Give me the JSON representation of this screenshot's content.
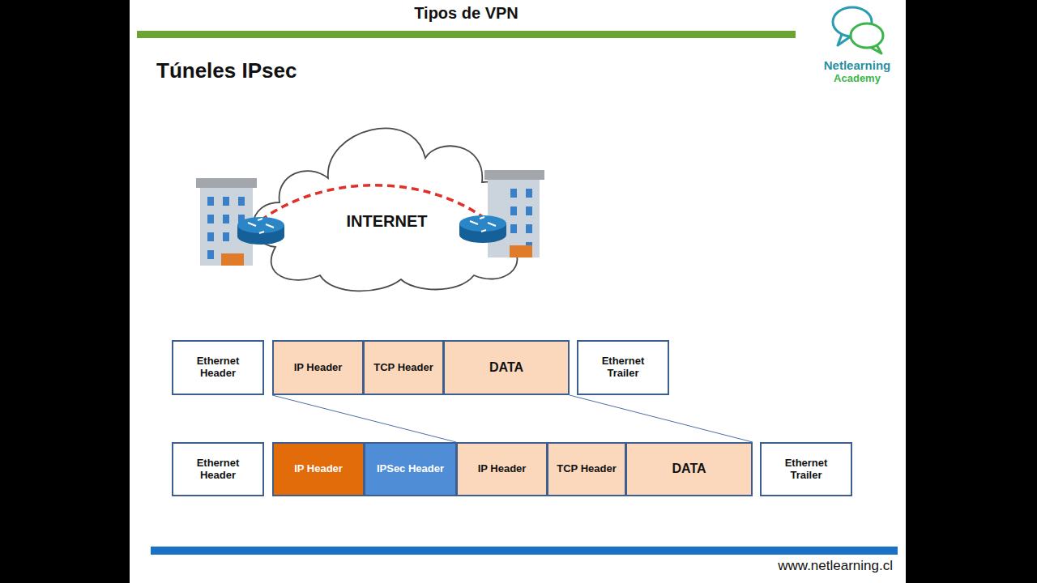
{
  "diagram": {
    "title": "Tipos de VPN",
    "nodes": [
      {
        "text": [
          "INTERNET"
        ]
      },
      {
        "text": [
          "Ethernet Header"
        ]
      },
      {
        "text": [
          "IP Header"
        ]
      },
      {
        "text": [
          "TCP Header"
        ]
      },
      {
        "text": [
          "DATA"
        ]
      },
      {
        "text": [
          "Ethernet Trailer"
        ]
      },
      {
        "text": [
          "Ethernet Header"
        ]
      },
      {
        "text": [
          "IP Header"
        ]
      },
      {
        "text": [
          "IPSec Header"
        ]
      },
      {
        "text": [
          "IP Header"
        ]
      },
      {
        "text": [
          "TCP Header"
        ]
      },
      {
        "text": [
          "DATA"
        ]
      },
      {
        "text": [
          "Ethernet Trailer"
        ]
      }
    ],
    "edges": [
      {
        "from": 2,
        "to": 9,
        "arrow": "none"
      },
      {
        "from": 4,
        "to": 11,
        "arrow": "none"
      }
    ],
    "labels": [
      "Túneles IPsec",
      "Netlearning",
      "Academy",
      "www.netlearning.cl"
    ]
  }
}
